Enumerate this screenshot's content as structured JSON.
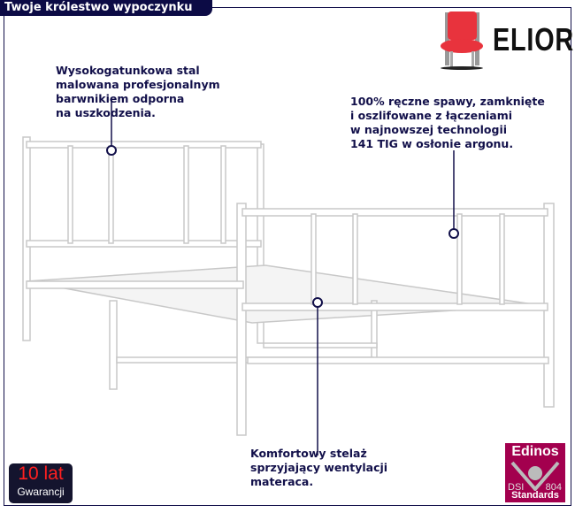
{
  "header": {
    "title": "Twoje królestwo wypoczynku"
  },
  "brand": {
    "name": "ELIOR",
    "accent": "#e8333d"
  },
  "notes": {
    "steel": "Wysokogatunkowa stal\nmalowana profesjonalnym\nbarwnikiem odporna\nna uszkodzenia.",
    "welds": "100% ręczne spawy, zamknięte\ni oszlifowane z łączeniami\nw najnowszej technologii\n141 TIG w osłonie argonu.",
    "frame": "Komfortowy stelaż\nsprzyjający wentylacji\nmateraca."
  },
  "warranty": {
    "line1": "10 lat",
    "line2": "Gwarancji"
  },
  "certificate": {
    "title": "Edinos",
    "left": "DSI",
    "right": "804",
    "bottom": "Standards",
    "color": "#a3004e"
  }
}
